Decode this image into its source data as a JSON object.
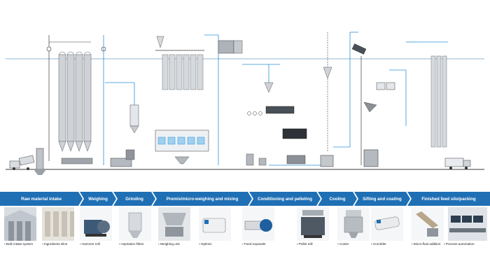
{
  "stages": [
    {
      "label": "Raw material intake"
    },
    {
      "label": "Weighing"
    },
    {
      "label": "Grinding"
    },
    {
      "label": "Premix/micro-weighing and mixing"
    },
    {
      "label": "Conditioning and pelleting"
    },
    {
      "label": "Cooling"
    },
    {
      "label": "Sifting and coating"
    },
    {
      "label": "Finished feed silo/packing"
    }
  ],
  "equipment": [
    {
      "label": "Bulk intake system",
      "icon": "warehouse-photo"
    },
    {
      "label": "Ingredients silos",
      "icon": "silo-hall-photo"
    },
    {
      "label": "Hammer mill",
      "icon": "hammer-mill-photo"
    },
    {
      "label": "Aspiration filters",
      "icon": "filter-photo"
    },
    {
      "label": "Weighing unit",
      "icon": "weighing-unit-photo"
    },
    {
      "label": "Optimix",
      "icon": "mixer-photo"
    },
    {
      "label": "Feed expander",
      "icon": "expander-photo"
    },
    {
      "label": "Pellet mill",
      "icon": "pellet-mill-photo"
    },
    {
      "label": "Cooler",
      "icon": "cooler-photo"
    },
    {
      "label": "Crumbler",
      "icon": "crumbler-photo"
    },
    {
      "label": "Micro-fluid addition",
      "icon": "fluid-dosing-photo"
    },
    {
      "label": "Process automation",
      "icon": "control-room-photo"
    }
  ],
  "colors": {
    "stage_blue": "#1f6fb5",
    "pipe_blue": "#2a8fd6",
    "silo_grey": "#c9ccd1",
    "line_dark": "#3a3a3a"
  }
}
